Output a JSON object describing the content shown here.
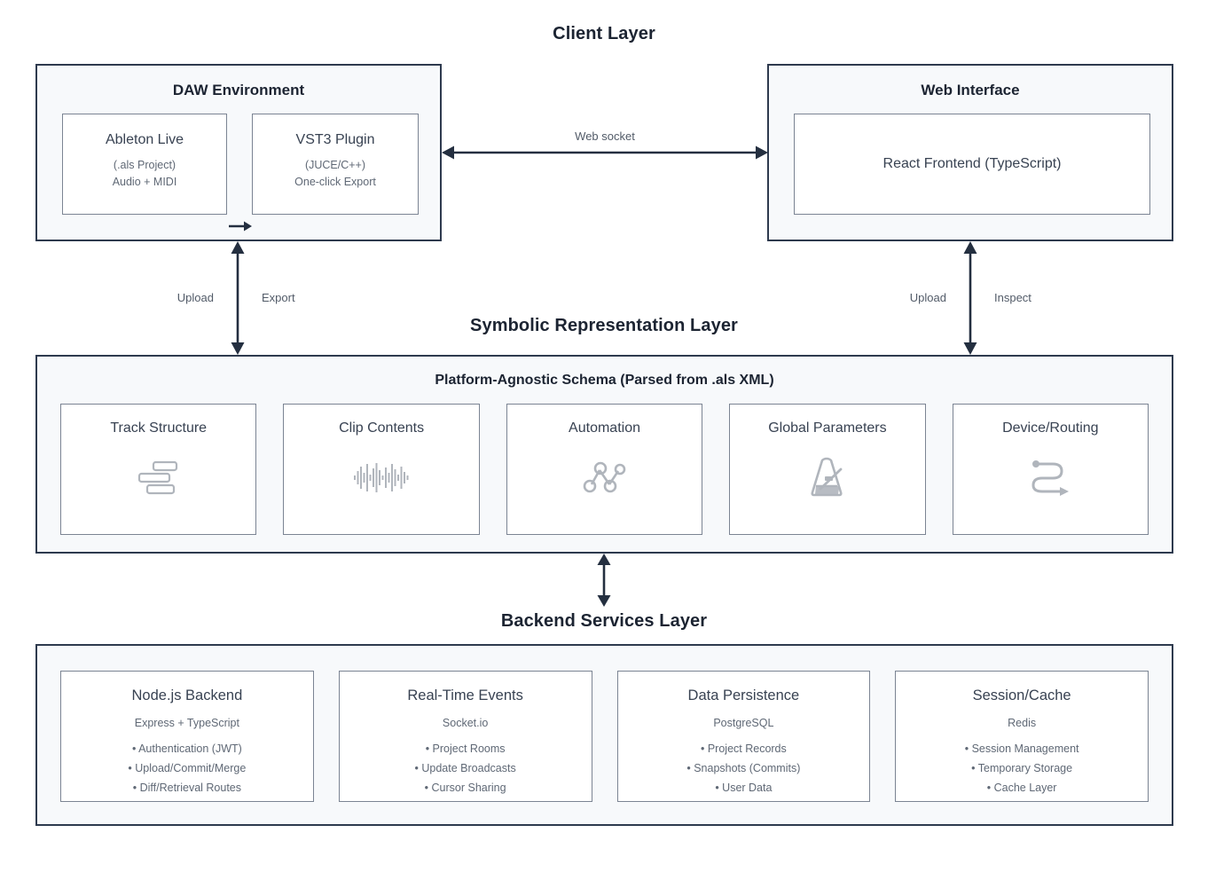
{
  "colors": {
    "layer_border": "#2e3a4e",
    "layer_fill": "#f7f9fb",
    "card_border": "#7b8493",
    "card_fill": "#ffffff",
    "title_text": "#1c2432",
    "body_text": "#5f6875",
    "icon_gray": "#b0b5bc",
    "arrow": "#242f40"
  },
  "client_layer": {
    "title": "Client Layer",
    "daw": {
      "heading": "DAW Environment",
      "cards": [
        {
          "title": "Ableton Live",
          "lines": [
            "(.als Project)",
            "Audio + MIDI"
          ]
        },
        {
          "title": "VST3 Plugin",
          "lines": [
            "(JUCE/C++)",
            "One-click Export"
          ]
        }
      ],
      "inner_arrow_icon": "arrow-right-icon"
    },
    "web": {
      "heading": "Web Interface",
      "card": {
        "title": "React Frontend (TypeScript)"
      }
    }
  },
  "connectors": {
    "websocket": {
      "label": "Web socket",
      "icon": "double-arrow-horizontal-icon"
    },
    "left_vertical": {
      "label_left": "Upload",
      "label_right": "Export",
      "icon": "double-arrow-vertical-icon"
    },
    "right_vertical": {
      "label_left": "Upload",
      "label_right": "Inspect",
      "icon": "double-arrow-vertical-icon"
    },
    "center_vertical": {
      "label_left": "",
      "label_right": "",
      "icon": "double-arrow-vertical-icon"
    }
  },
  "symbolic_layer": {
    "title": "Symbolic Representation Layer",
    "heading": "Platform-Agnostic Schema (Parsed from .als XML)",
    "cards": [
      {
        "title": "Track Structure",
        "icon": "track-clips-icon"
      },
      {
        "title": "Clip Contents",
        "icon": "audio-waveform-icon"
      },
      {
        "title": "Automation",
        "icon": "node-graph-icon"
      },
      {
        "title": "Global Parameters",
        "icon": "metronome-icon"
      },
      {
        "title": "Device/Routing",
        "icon": "routing-arrow-icon"
      }
    ]
  },
  "backend_layer": {
    "title": "Backend Services Layer",
    "cards": [
      {
        "title": "Node.js Backend",
        "subtitle": "Express + TypeScript",
        "bullets": [
          "• Authentication (JWT)",
          "• Upload/Commit/Merge",
          "• Diff/Retrieval Routes"
        ]
      },
      {
        "title": "Real-Time Events",
        "subtitle": "Socket.io",
        "bullets": [
          "• Project Rooms",
          "• Update Broadcasts",
          "• Cursor Sharing"
        ]
      },
      {
        "title": "Data Persistence",
        "subtitle": "PostgreSQL",
        "bullets": [
          "• Project Records",
          "• Snapshots (Commits)",
          "• User Data"
        ]
      },
      {
        "title": "Session/Cache",
        "subtitle": "Redis",
        "bullets": [
          "• Session Management",
          "• Temporary Storage",
          "• Cache Layer"
        ]
      }
    ]
  }
}
